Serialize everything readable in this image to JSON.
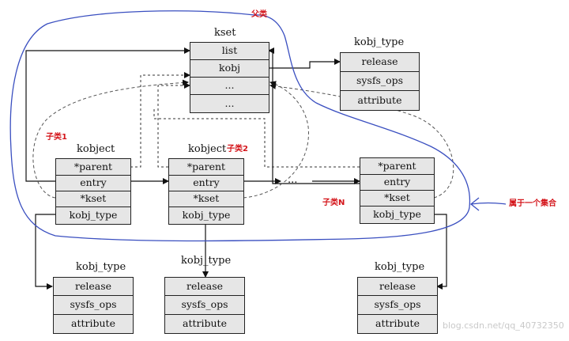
{
  "annotations": {
    "parent_class": "父类",
    "child_class_1": "子类1",
    "child_class_2": "子类2",
    "child_class_n": "子类N",
    "belongs_to_set": "属于一个集合"
  },
  "kset": {
    "title": "kset",
    "fields": [
      "list",
      "kobj",
      "...",
      "..."
    ]
  },
  "kobj_type_top": {
    "title": "kobj_type",
    "fields": [
      "release",
      "sysfs_ops",
      "attribute"
    ]
  },
  "kobjects": [
    {
      "title": "kobject",
      "fields": [
        "*parent",
        "entry",
        "*kset",
        "kobj_type"
      ]
    },
    {
      "title": "kobject",
      "fields": [
        "*parent",
        "entry",
        "*kset",
        "kobj_type"
      ]
    },
    {
      "title": "",
      "fields": [
        "*parent",
        "entry",
        "*kset",
        "kobj_type"
      ]
    }
  ],
  "kobj_types_bottom": [
    {
      "title": "kobj_type",
      "fields": [
        "release",
        "sysfs_ops",
        "attribute"
      ]
    },
    {
      "title": "kobj_type",
      "fields": [
        "release",
        "sysfs_ops",
        "attribute"
      ]
    },
    {
      "title": "kobj_type",
      "fields": [
        "release",
        "sysfs_ops",
        "attribute"
      ]
    }
  ],
  "ellipsis": "...",
  "watermark": "blog.csdn.net/qq_40732350"
}
